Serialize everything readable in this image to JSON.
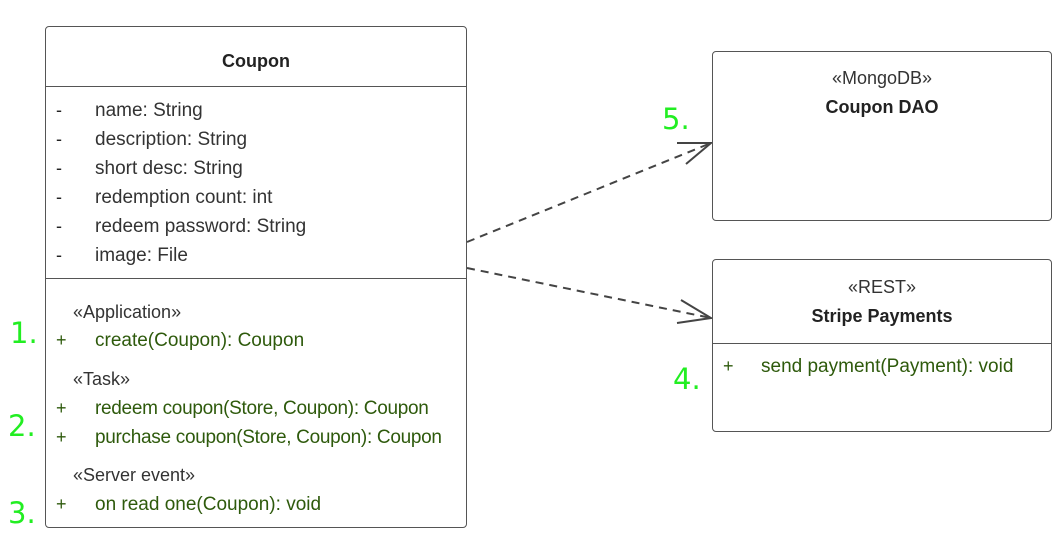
{
  "coupon": {
    "name": "Coupon",
    "attributes": [
      {
        "vis": "-",
        "text": "name: String"
      },
      {
        "vis": "-",
        "text": "description: String"
      },
      {
        "vis": "-",
        "text": "short desc: String"
      },
      {
        "vis": "-",
        "text": "redemption count: int"
      },
      {
        "vis": "-",
        "text": "redeem password: String"
      },
      {
        "vis": "-",
        "text": "image: File"
      }
    ],
    "groups": [
      {
        "stereotype": "«Application»",
        "operations": [
          {
            "vis": "+",
            "text": "create(Coupon): Coupon"
          }
        ]
      },
      {
        "stereotype": "«Task»",
        "operations": [
          {
            "vis": "+",
            "text": "redeem coupon(Store, Coupon): Coupon"
          },
          {
            "vis": "+",
            "text": "purchase coupon(Store, Coupon): Coupon"
          }
        ]
      },
      {
        "stereotype": "«Server event»",
        "operations": [
          {
            "vis": "+",
            "text": "on read one(Coupon): void"
          }
        ]
      }
    ]
  },
  "dao": {
    "stereotype": "«MongoDB»",
    "name": "Coupon DAO"
  },
  "stripe": {
    "stereotype": "«REST»",
    "name": "Stripe Payments",
    "operations": [
      {
        "vis": "+",
        "text": "send payment(Payment): void"
      }
    ]
  },
  "markers": [
    "1.",
    "2.",
    "3.",
    "4.",
    "5."
  ],
  "colors": {
    "marker": "#22ee22",
    "operation": "#2e5a0c",
    "border": "#555555"
  }
}
